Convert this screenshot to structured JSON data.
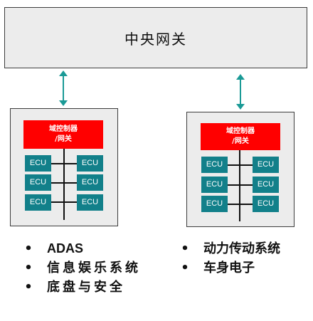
{
  "gateway": {
    "label": "中央网关"
  },
  "domains": [
    {
      "controller_line1": "域控制器",
      "controller_line2": "/网关",
      "ecus": [
        "ECU",
        "ECU",
        "ECU",
        "ECU",
        "ECU",
        "ECU"
      ]
    },
    {
      "controller_line1": "域控制器",
      "controller_line2": "/网关",
      "ecus": [
        "ECU",
        "ECU",
        "ECU",
        "ECU",
        "ECU",
        "ECU"
      ]
    }
  ],
  "bullet_symbol": "•",
  "left_list": [
    "ADAS",
    "信息娱乐系统",
    "底盘与安全"
  ],
  "right_list": [
    "动力传动系统",
    "车身电子"
  ],
  "colors": {
    "controller": "#ff0000",
    "ecu": "#12808a",
    "arrow": "#1a9a96",
    "box_fill": "#ececec",
    "box_border": "#3c3c3c"
  }
}
